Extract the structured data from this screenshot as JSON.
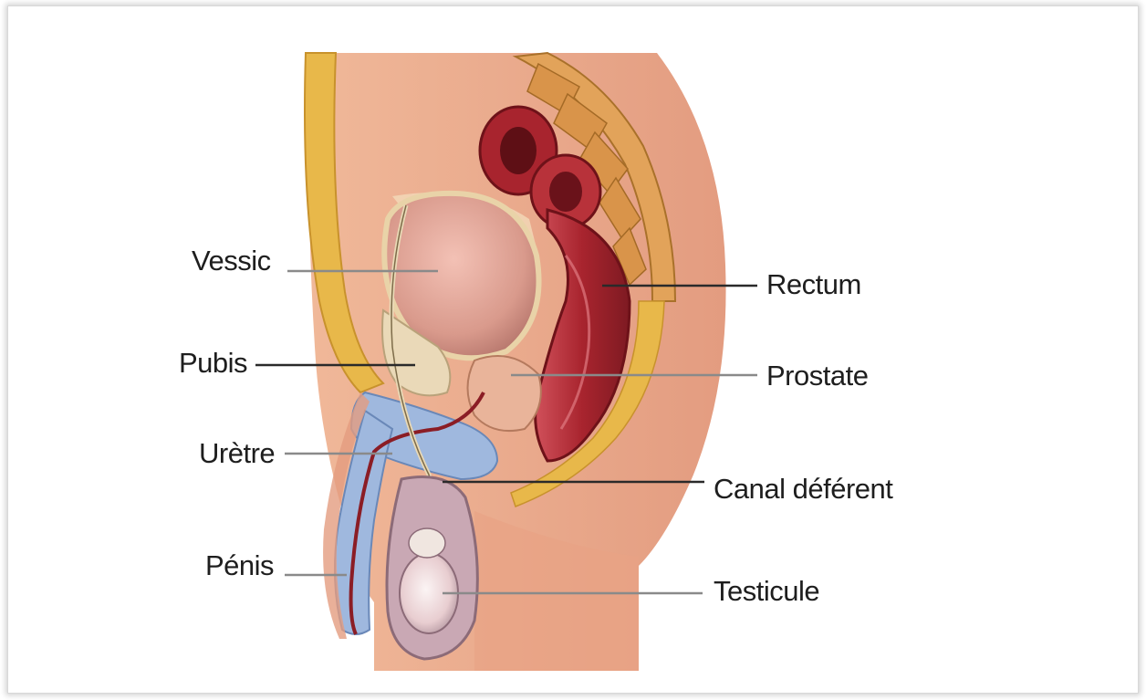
{
  "labels": {
    "vessie": "Vessic",
    "pubis": "Pubis",
    "uretre": "Urètre",
    "penis": "Pénis",
    "rectum": "Rectum",
    "prostate": "Prostate",
    "canal_deferent": "Canal déférent",
    "testicule": "Testicule"
  },
  "colors": {
    "skin": "#e8a98c",
    "skin_light": "#f3c7ae",
    "bladder": "#d99a8c",
    "rectum": "#b8323a",
    "fat": "#e8b84a",
    "bone": "#ead9b8",
    "spongy_tissue": "#9fb8de",
    "line_dark": "#2a2a2a",
    "line_grey": "#8a8a8a"
  }
}
